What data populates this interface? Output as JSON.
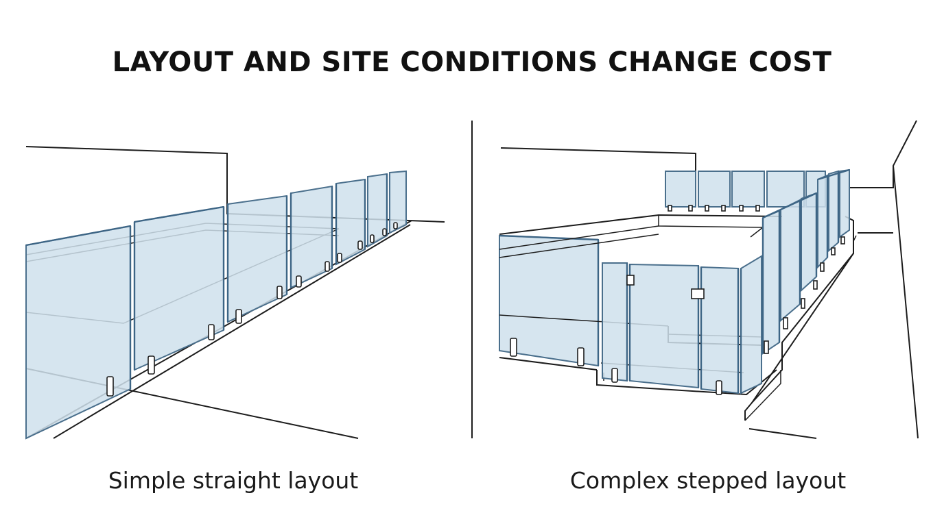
{
  "title": "LAYOUT AND SITE CONDITIONS CHANGE COST",
  "panels": {
    "left": {
      "caption": "Simple straight layout"
    },
    "right": {
      "caption": "Complex stepped layout"
    }
  },
  "colors": {
    "glass_fill": "#cfe0ec",
    "glass_edge": "#3d6585",
    "line": "#1c1c1c"
  }
}
